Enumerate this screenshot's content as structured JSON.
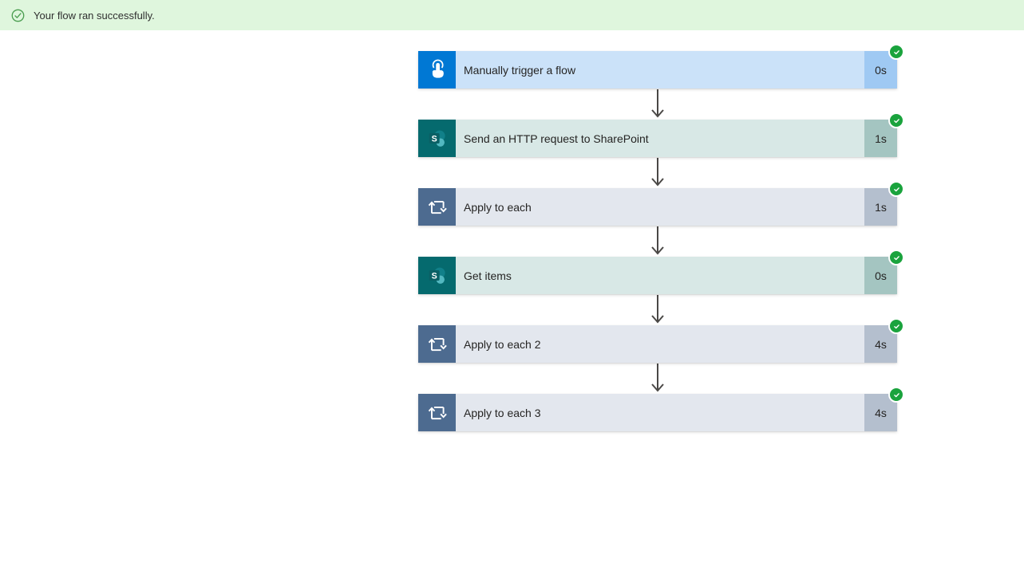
{
  "banner": {
    "message": "Your flow ran successfully.",
    "icon": "check-circle-outline-icon"
  },
  "flow": {
    "nodes": [
      {
        "label": "Manually trigger a flow",
        "duration": "0s",
        "type": "trigger",
        "icon": "touch-icon",
        "status": "succeeded",
        "status_icon": "check-circle-icon"
      },
      {
        "label": "Send an HTTP request to SharePoint",
        "duration": "1s",
        "type": "sharepoint",
        "icon": "sharepoint-icon",
        "status": "succeeded",
        "status_icon": "check-circle-icon"
      },
      {
        "label": "Apply to each",
        "duration": "1s",
        "type": "loop",
        "icon": "loop-icon",
        "status": "succeeded",
        "status_icon": "check-circle-icon"
      },
      {
        "label": "Get items",
        "duration": "0s",
        "type": "sharepoint",
        "icon": "sharepoint-icon",
        "status": "succeeded",
        "status_icon": "check-circle-icon"
      },
      {
        "label": "Apply to each 2",
        "duration": "4s",
        "type": "loop",
        "icon": "loop-icon",
        "status": "succeeded",
        "status_icon": "check-circle-icon"
      },
      {
        "label": "Apply to each 3",
        "duration": "4s",
        "type": "loop",
        "icon": "loop-icon",
        "status": "succeeded",
        "status_icon": "check-circle-icon"
      }
    ]
  },
  "colors": {
    "banner_bg": "#dff6dd",
    "banner_icon_green": "#4a9d4f",
    "success_badge_green": "#1aa33d",
    "trigger_icon_bg": "#0078d4",
    "trigger_body_bg": "#cbe2f9",
    "trigger_duration_bg": "#9fc9f3",
    "sharepoint_icon_bg": "#056a6e",
    "sharepoint_body_bg": "#d8e8e6",
    "sharepoint_duration_bg": "#a4c5c1",
    "loop_icon_bg": "#4d6b90",
    "loop_body_bg": "#e3e7ee",
    "loop_duration_bg": "#b4bfce",
    "arrow_color": "#4a4846",
    "text_color": "#252423"
  }
}
